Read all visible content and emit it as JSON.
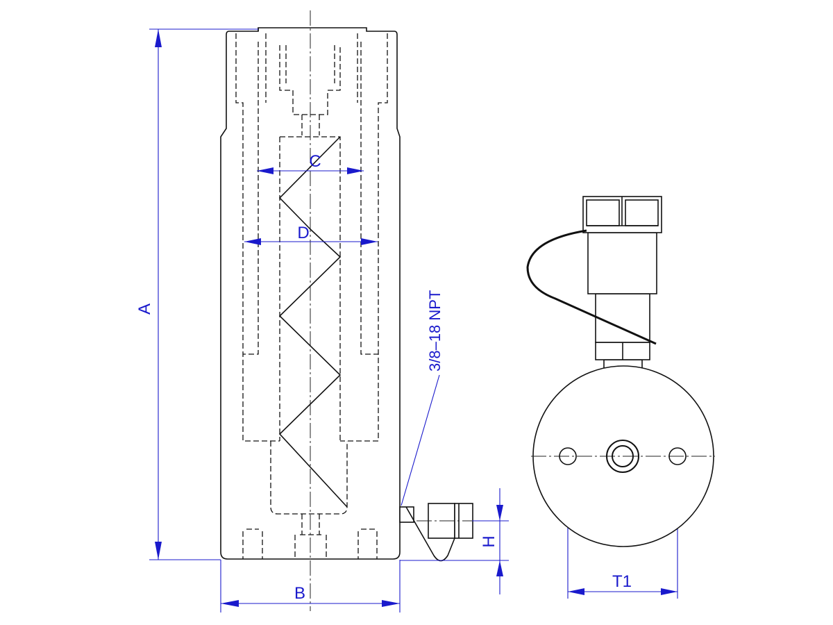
{
  "drawing": {
    "title": "Hydraulic cylinder dimension drawing",
    "dimensions": {
      "A": "A",
      "B": "B",
      "C": "C",
      "D": "D",
      "H": "H",
      "T1": "T1"
    },
    "port_label": "3/8–18 NPT",
    "line_color": "#111111",
    "dimension_color": "#1a1acc"
  }
}
